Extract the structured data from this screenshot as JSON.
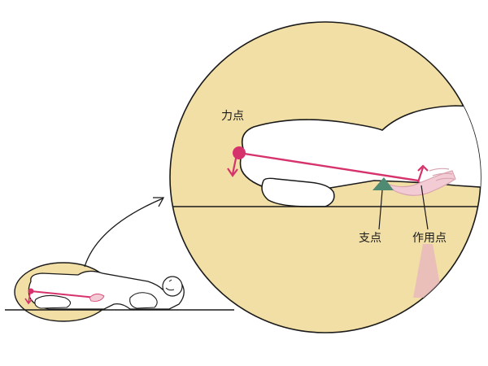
{
  "labels": {
    "effort": "力点",
    "fulcrum": "支点",
    "load": "作用点"
  },
  "colors": {
    "circle_fill": "#f2dfa6",
    "outline": "#1a1a1a",
    "lever": "#d6336c",
    "fulcrum": "#4f8a72",
    "load_shade": "#e7b7bf",
    "body": "#ffffff"
  }
}
